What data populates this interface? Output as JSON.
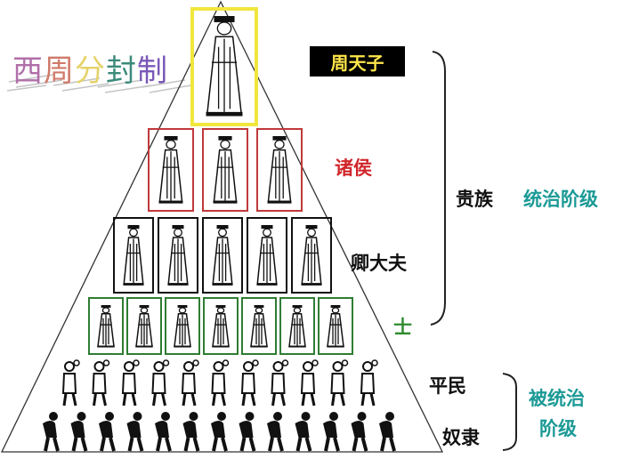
{
  "title": {
    "chars": [
      "西",
      "周",
      "分",
      "封",
      "制"
    ],
    "colors": [
      "#b06fa8",
      "#d07a6a",
      "#e5d36a",
      "#3b8a7a",
      "#7a58b8"
    ]
  },
  "levels": [
    {
      "label": "周天子",
      "count": 1,
      "frame_color": "#f1e63c",
      "kind": "king"
    },
    {
      "label": "诸侯",
      "count": 3,
      "frame_color": "#c0393b",
      "kind": "noble",
      "label_color": "#d0262a"
    },
    {
      "label": "卿大夫",
      "count": 5,
      "frame_color": "#111111",
      "kind": "noble",
      "label_color": "#111111"
    },
    {
      "label": "士",
      "count": 7,
      "frame_color": "#2e7d32",
      "kind": "scholar",
      "label_color": "#2e8b2e"
    },
    {
      "label": "平民",
      "count": 11,
      "kind": "commoner"
    },
    {
      "label": "奴隶",
      "count": 13,
      "kind": "slave"
    }
  ],
  "groups": {
    "nobility": "贵族",
    "ruling_class": "统治阶级",
    "ruled_class_line1": "被统治",
    "ruled_class_line2": "阶级"
  },
  "colors": {
    "teal": "#1c9a96"
  }
}
